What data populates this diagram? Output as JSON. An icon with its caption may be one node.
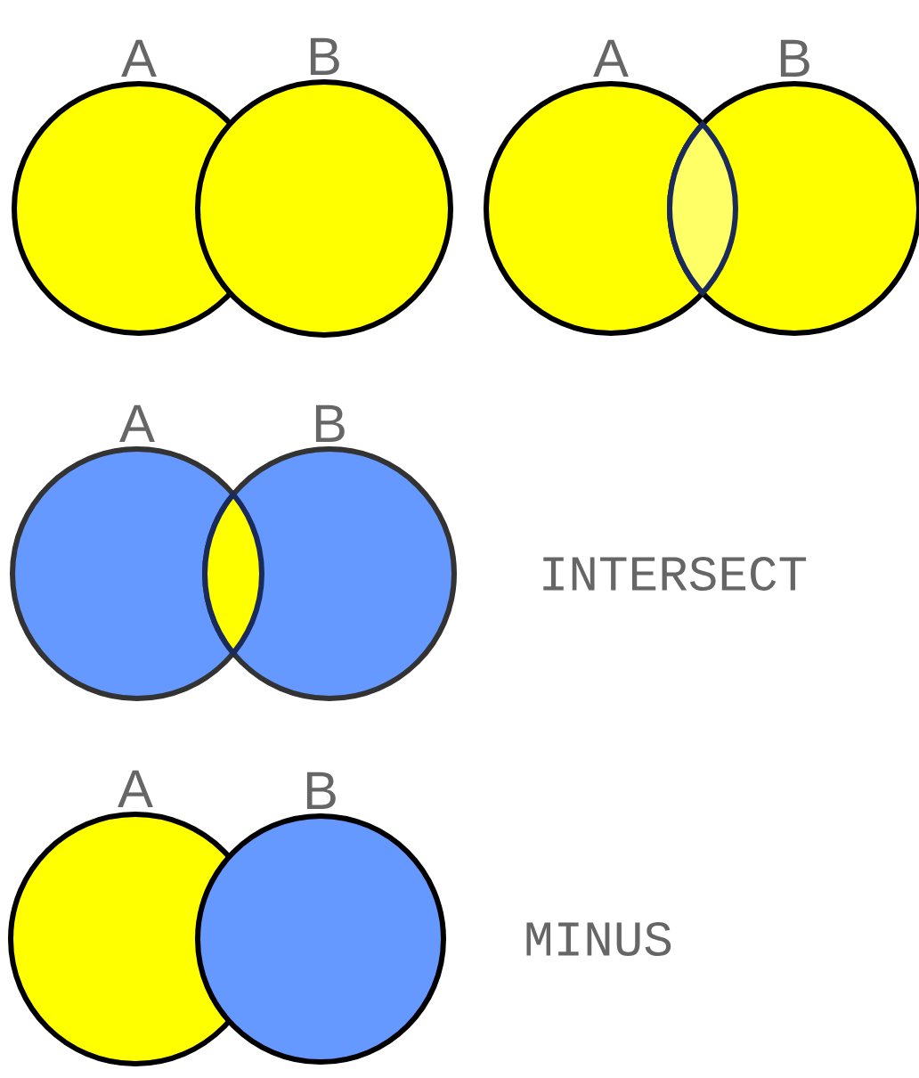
{
  "diagram": {
    "nodes": [
      {
        "text": [
          "A"
        ]
      },
      {
        "text": [
          "B"
        ]
      },
      {
        "text": [
          "A"
        ]
      },
      {
        "text": [
          "B"
        ]
      },
      {
        "text": [
          "A"
        ]
      },
      {
        "text": [
          "B"
        ]
      },
      {
        "text": [
          "A"
        ]
      },
      {
        "text": [
          "B"
        ]
      }
    ],
    "labels": [
      "INTERSECT",
      "MINUS"
    ]
  }
}
